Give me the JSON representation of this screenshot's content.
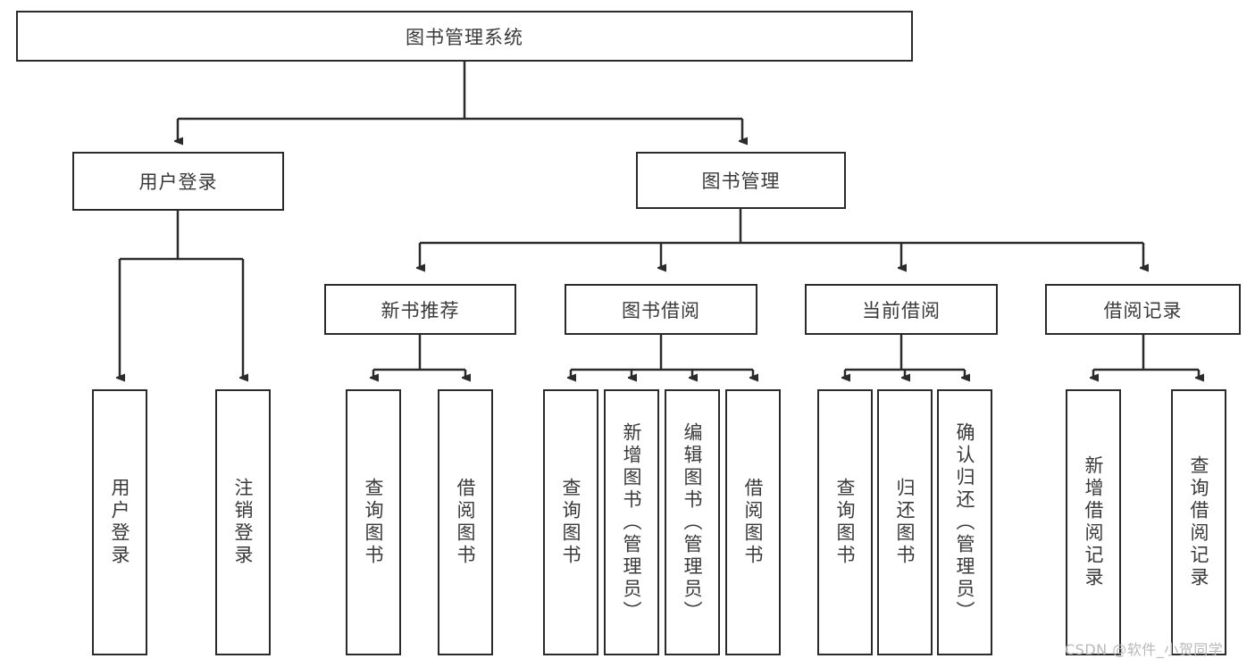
{
  "diagram": {
    "type": "tree",
    "title": "图书管理系统",
    "root": {
      "label": "图书管理系统"
    },
    "level1": [
      {
        "label": "用户登录"
      },
      {
        "label": "图书管理"
      }
    ],
    "level2": [
      {
        "label": "新书推荐",
        "parent": "图书管理"
      },
      {
        "label": "图书借阅",
        "parent": "图书管理"
      },
      {
        "label": "当前借阅",
        "parent": "图书管理"
      },
      {
        "label": "借阅记录",
        "parent": "图书管理"
      }
    ],
    "leaves": {
      "user_login": [
        {
          "label": "用户登录"
        },
        {
          "label": "注销登录"
        }
      ],
      "new_book_recommend": [
        {
          "label": "查询图书"
        },
        {
          "label": "借阅图书"
        }
      ],
      "book_borrow": [
        {
          "label": "查询图书"
        },
        {
          "label": "新增图书（管理员）"
        },
        {
          "label": "编辑图书（管理员）"
        },
        {
          "label": "借阅图书"
        }
      ],
      "current_borrow": [
        {
          "label": "查询图书"
        },
        {
          "label": "归还图书"
        },
        {
          "label": "确认归还（管理员）"
        }
      ],
      "borrow_record": [
        {
          "label": "新增借阅记录"
        },
        {
          "label": "查询借阅记录"
        }
      ]
    }
  },
  "watermark": {
    "text": "CSDN @软件_小贺同学"
  },
  "colors": {
    "border": "#2b2b2b",
    "text": "#3a3a3a",
    "background": "#ffffff",
    "watermark": "#b9b9b9"
  }
}
